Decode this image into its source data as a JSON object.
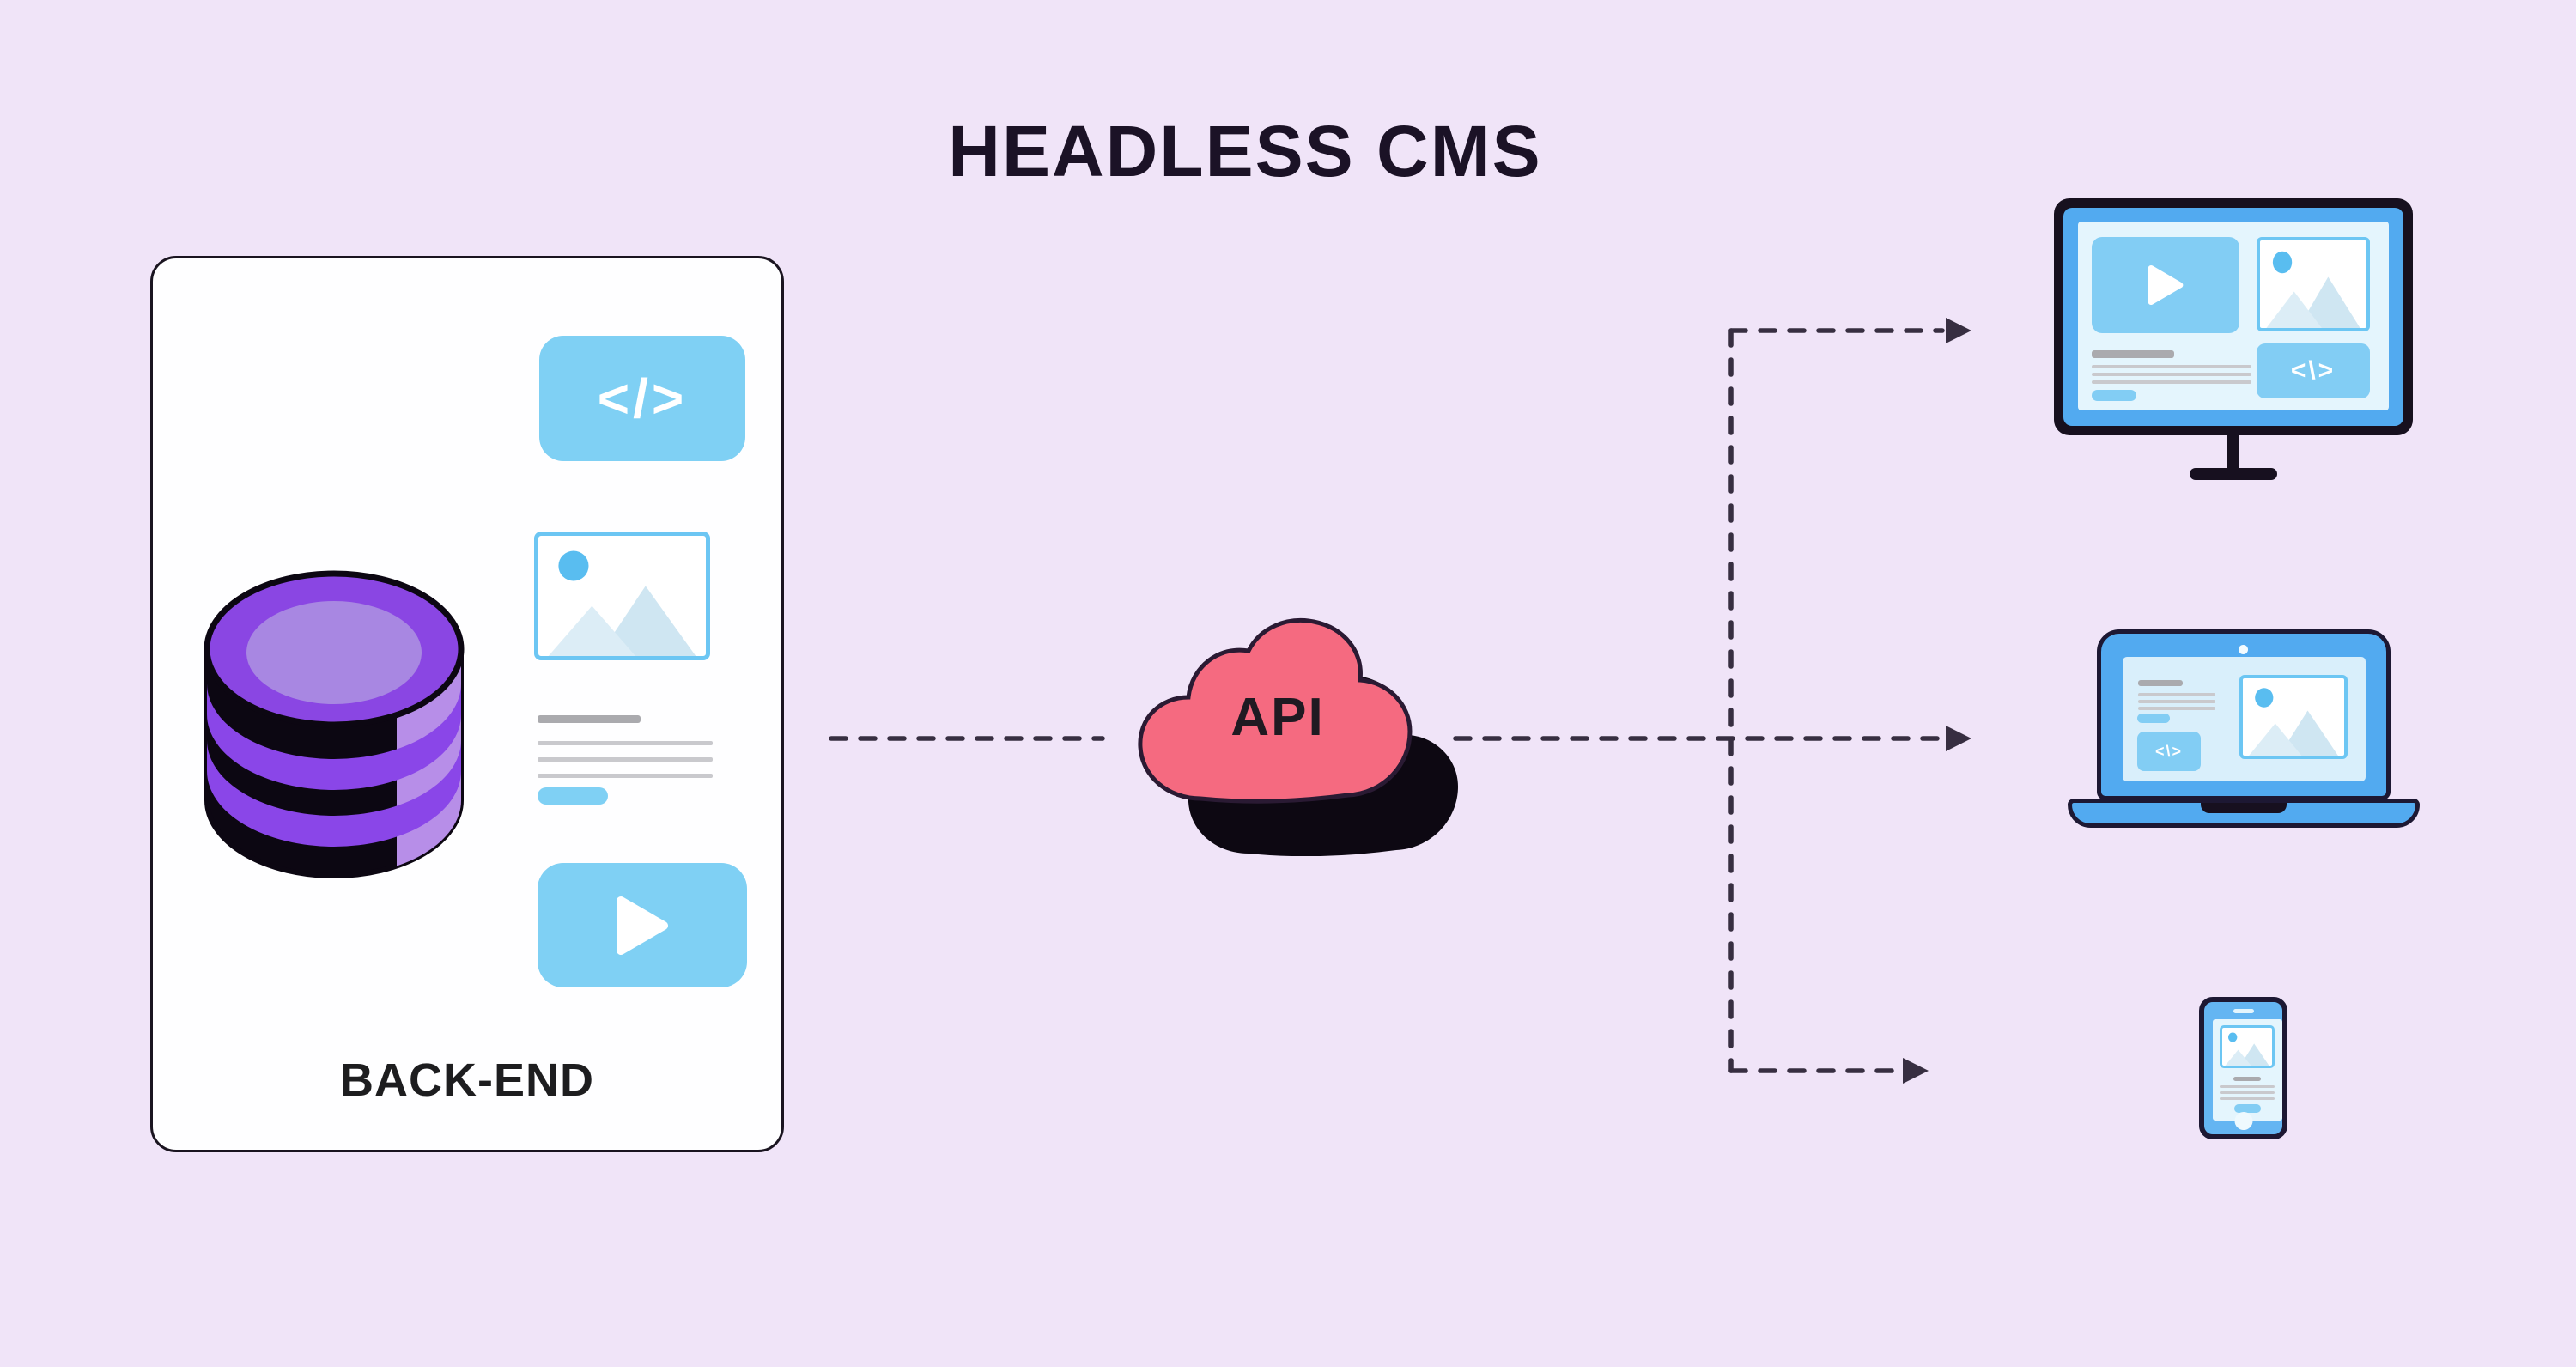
{
  "title": "HEADLESS CMS",
  "backend_card": {
    "label": "BACK-END",
    "code_snippet": "</>",
    "visible_blocks": [
      "database",
      "code-block",
      "image-placeholder",
      "article-text",
      "tag-pill",
      "video-block"
    ]
  },
  "api_cloud": {
    "label": "API"
  },
  "devices": {
    "desktop": {
      "label": "desktop-monitor",
      "code_snippet": "<\\>"
    },
    "laptop": {
      "label": "laptop",
      "code_snippet": "<\\>"
    },
    "phone": {
      "label": "smartphone"
    }
  },
  "icons": {
    "database-icon": "stacked purple cylinder",
    "code-icon": "angle-bracket code glyph",
    "play-icon": "white play triangle",
    "image-icon": "photo placeholder with circle and mountains",
    "arrow-icon": "dashed arrow pointing right"
  },
  "colors": {
    "bg": "#f0e4f8",
    "card-bg": "#fefeff",
    "outline-dark": "#1a1420",
    "ink": "#1b1226",
    "label-ink": "#1d1d1f",
    "light-blue": "#7fd0f4",
    "block-blue": "#82cdf4",
    "device-blue": "#52aaf0",
    "phone-blue": "#64b5f2",
    "screen-light": "#e4f5fd",
    "laptop-screen": "#d9effb",
    "img-border": "#6cc6f3",
    "img-circle": "#59bdf0",
    "mountain-front": "#dcedf6",
    "mountain-back": "#cfe6f2",
    "gray-dark": "#aaaaae",
    "gray-light": "#c9c9cd",
    "pink": "#f56a80",
    "cloud-outline": "#2a1a33",
    "shadow-black": "#0d0812",
    "purple": "#8a46e3",
    "purple-inner": "#a887e2",
    "purple-band": "#8a46e8",
    "purple-strip": "#b78ee8",
    "frame-dark": "#17101f",
    "navy": "#1d1833",
    "arrow": "#372e41"
  }
}
